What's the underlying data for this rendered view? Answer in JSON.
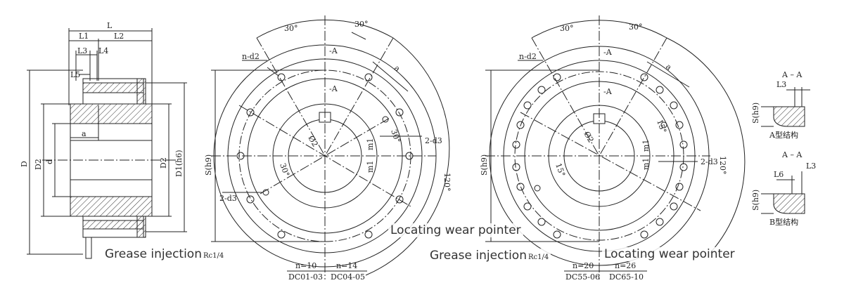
{
  "side_view": {
    "dims": {
      "L": "L",
      "L1": "L1",
      "L2": "L2",
      "L3": "L3",
      "L4": "L4",
      "L5": "L5",
      "a": "a",
      "D": "D",
      "D2": "D2",
      "d": "d",
      "D2_right": "D2",
      "D1": "D1(h6)"
    }
  },
  "front_view_small": {
    "angle_top_left": "30°",
    "angle_top_right": "30°",
    "section_top": "-A",
    "section_mid": "-A",
    "n_d2": "n-d2",
    "a_label": "a",
    "s_h9": "S(h9)",
    "bore": "Ø2",
    "m1_top": "m1",
    "m1_bottom": "m1",
    "angle_30_right": "30°",
    "angle_30_left": "30°",
    "two_d3_right": "2-d3",
    "two_d3_left": "2-d3",
    "angle_120": "120°",
    "table": {
      "n1": "n=10",
      "code1": "DC01-03",
      "n2": "n=14",
      "code2": "DC04-05"
    }
  },
  "front_view_large": {
    "angle_top_left": "30°",
    "angle_top_right": "30°",
    "section_top": "-A",
    "section_mid": "-A",
    "n_d2": "n-d2",
    "a_label": "a",
    "s_h9": "S(h9)",
    "bore": "Ø2",
    "m1_top": "m1",
    "m1_bottom": "m1",
    "angle_15_right": "15°",
    "angle_15_left": "15°",
    "two_d3": "2-d3",
    "angle_120": "120°",
    "table": {
      "n1": "n=20",
      "code1": "DC55-06",
      "n2": "n=26",
      "code2": "DC65-10"
    }
  },
  "section_details": {
    "a_title": "A – A",
    "a_l3": "L3",
    "a_s": "S(h9)",
    "a_caption": "A型结构",
    "b_title": "A – A",
    "b_l6": "L6",
    "b_l3": "L3",
    "b_s": "S(h9)",
    "b_caption": "B型结构"
  },
  "overlays": {
    "grease_left": "Grease injection",
    "grease_left_rc": "Rc1/4",
    "pointer_mid": "Locating wear pointer",
    "grease_mid": "Grease injection",
    "grease_mid_rc": "Rc1/4",
    "pointer_right": "Locating wear pointer"
  }
}
